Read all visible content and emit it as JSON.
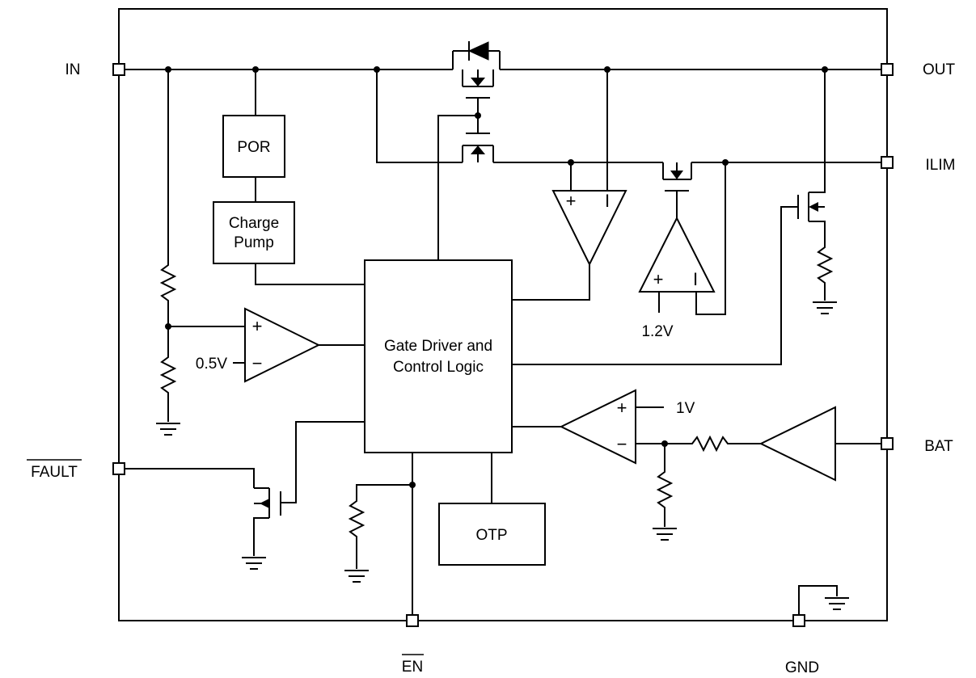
{
  "pins": {
    "in": "IN",
    "out": "OUT",
    "ilim": "ILIM",
    "bat": "BAT",
    "fault": "FAULT",
    "en": "EN",
    "gnd": "GND"
  },
  "blocks": {
    "por": "POR",
    "charge_pump_line1": "Charge",
    "charge_pump_line2": "Pump",
    "gate_driver_line1": "Gate Driver and",
    "gate_driver_line2": "Control Logic",
    "otp": "OTP"
  },
  "references": {
    "v_0_5": "0.5V",
    "v_1_2": "1.2V",
    "v_1": "1V"
  },
  "comparator_signs": {
    "plus": "+",
    "minus": "−",
    "bar": "I"
  }
}
